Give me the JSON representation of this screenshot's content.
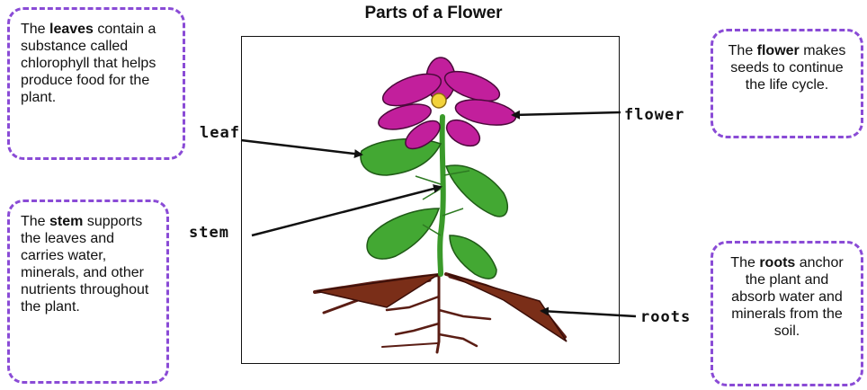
{
  "title": "Parts of a Flower",
  "labels": {
    "leaf": "leaf",
    "stem": "stem",
    "flower": "flower",
    "roots": "roots"
  },
  "boxes": {
    "leaves": {
      "pre": "The ",
      "bold": "leaves",
      "post": " contain a substance called chlorophyll that helps produce food for the plant."
    },
    "stem": {
      "pre": "The ",
      "bold": "stem",
      "post": " supports the leaves and carries water, minerals, and other nutrients throughout the plant."
    },
    "flower": {
      "pre": "The ",
      "bold": "flower",
      "post": " makes seeds to continue the life cycle."
    },
    "roots": {
      "pre": "The ",
      "bold": "roots",
      "post": " anchor the plant and absorb water and minerals from the soil."
    }
  },
  "colors": {
    "box_border": "#8a4bd6",
    "petal": "#c21f9c",
    "leaf": "#3a9a2a",
    "root": "#5a1d14"
  }
}
